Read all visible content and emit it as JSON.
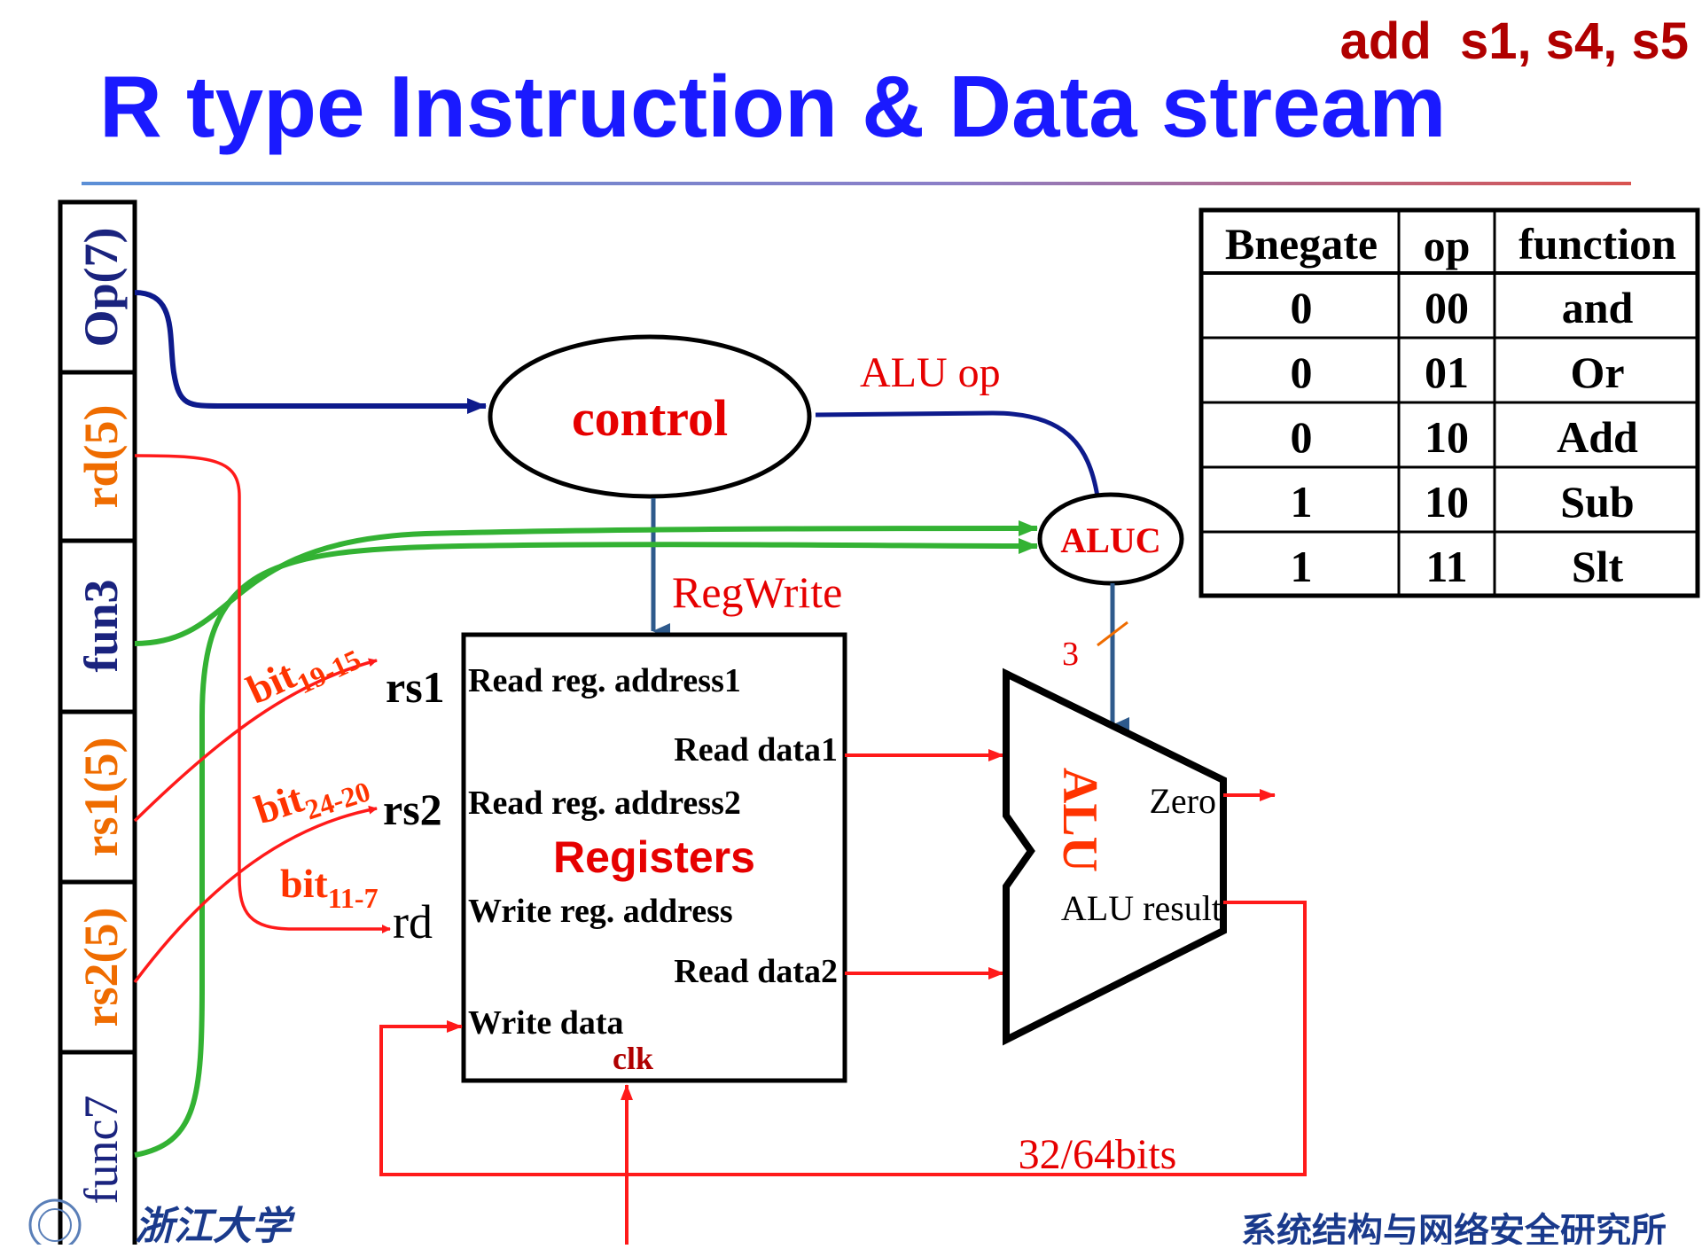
{
  "slide": {
    "title": "R type Instruction & Data stream",
    "instruction": "add  s1, s4, s5",
    "university_logo_text": "浙江大学",
    "institute": "系统结构与网络安全研究所"
  },
  "instruction_fields": [
    {
      "label": "Op(7)",
      "color": "#1a237e"
    },
    {
      "label": "rd(5)",
      "color": "#ef6c00"
    },
    {
      "label": "fun3",
      "color": "#1a237e"
    },
    {
      "label": "rs1(5)",
      "color": "#ef6c00"
    },
    {
      "label": "rs2(5)",
      "color": "#ef6c00"
    },
    {
      "label": "func7",
      "color": "#1a237e"
    }
  ],
  "bit_labels": {
    "rs1": {
      "base": "bit",
      "sub": "19-15"
    },
    "rs2": {
      "base": "bit",
      "sub": "24-20"
    },
    "rd": {
      "base": "bit",
      "sub": "11-7"
    }
  },
  "reg_inputs": {
    "rs1": "rs1",
    "rs2": "rs2",
    "rd": "rd"
  },
  "control": {
    "label": "control",
    "alu_op": "ALU op",
    "reg_write": "RegWrite"
  },
  "aluc": {
    "label": "ALUC",
    "width": "3"
  },
  "registers": {
    "title": "Registers",
    "read_addr1": "Read reg. address1",
    "read_data1": "Read data1",
    "read_addr2": "Read reg. address2",
    "write_addr": "Write reg. address",
    "read_data2": "Read data2",
    "write_data": "Write data",
    "clk": "clk"
  },
  "alu": {
    "label": "ALU",
    "zero": "Zero",
    "result": "ALU result"
  },
  "bus_width": "32/64bits",
  "table": {
    "headers": [
      "Bnegate",
      "op",
      "function"
    ],
    "rows": [
      [
        "0",
        "00",
        "and"
      ],
      [
        "0",
        "01",
        "Or"
      ],
      [
        "0",
        "10",
        "Add"
      ],
      [
        "1",
        "10",
        "Sub"
      ],
      [
        "1",
        "11",
        "Slt"
      ]
    ]
  },
  "colors": {
    "title": "#1a1aff",
    "instruction": "#b00000",
    "red_wire": "#ff1a1a",
    "green_wire": "#33b233",
    "navy_wire": "#0d1a8c",
    "control_wire": "#2e5a8c",
    "orange_label": "#ef6c00",
    "institute": "#1a3a8c"
  }
}
